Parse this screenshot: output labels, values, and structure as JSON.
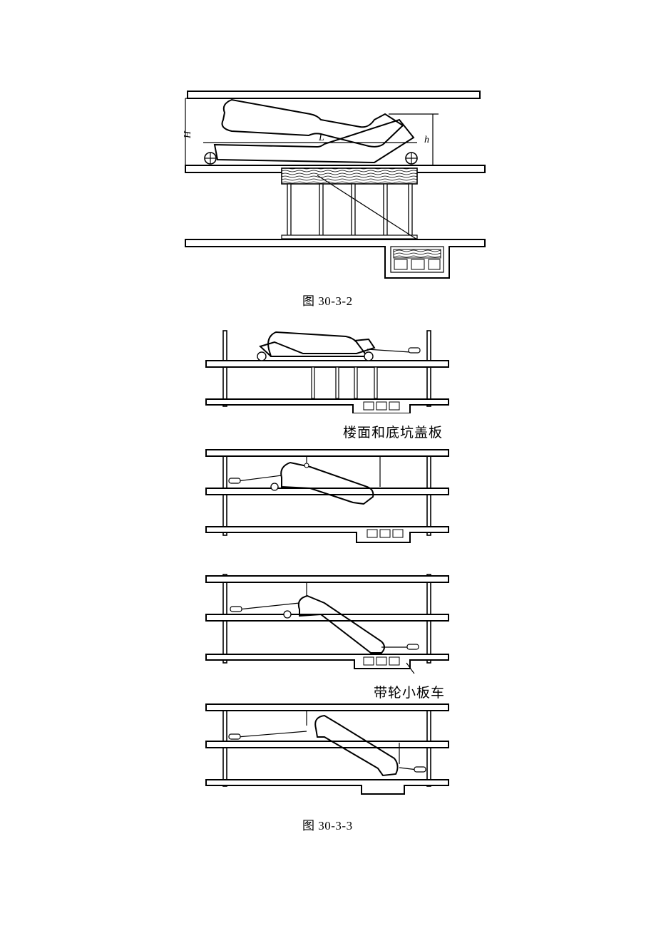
{
  "figure1": {
    "caption": "图 30-3-2",
    "labels": {
      "H": "H",
      "L": "L",
      "h": "h"
    }
  },
  "figure2": {
    "caption": "图 30-3-3",
    "annotation_cover": "楼面和底坑盖板",
    "annotation_cart": "带轮小板车"
  }
}
